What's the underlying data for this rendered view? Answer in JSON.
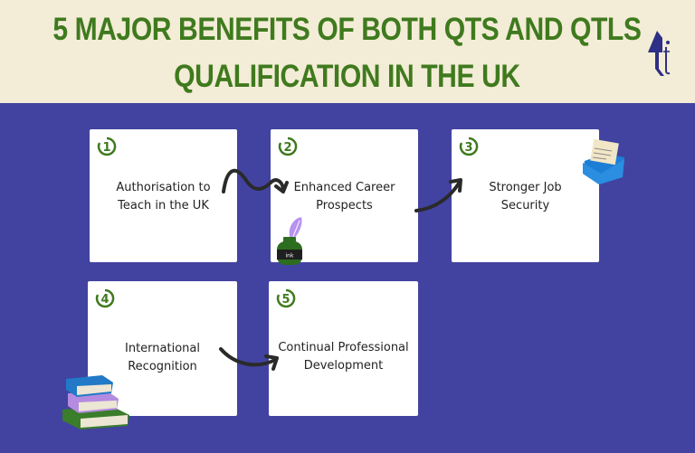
{
  "header": {
    "title_line1": "5 MAJOR BENEFITS OF BOTH QTS AND QTLS",
    "title_line2": "QUALIFICATION IN THE UK",
    "logo_icon": "tt-logo-icon"
  },
  "colors": {
    "header_bg": "#f3ecd6",
    "title_green": "#3f7a1e",
    "band_blue": "#4243a0",
    "card_white": "#ffffff",
    "logo_navy": "#2e2f86"
  },
  "benefits": [
    {
      "number": "1",
      "label_line1": "Authorisation to",
      "label_line2": "Teach in the UK"
    },
    {
      "number": "2",
      "label_line1": "Enhanced Career",
      "label_line2": "Prospects",
      "decoration": "ink-bottle-quill-icon",
      "ink_label": "ink"
    },
    {
      "number": "3",
      "label_line1": "Stronger Job",
      "label_line2": "Security",
      "decoration": "envelope-letter-icon"
    },
    {
      "number": "4",
      "label_line1": "International",
      "label_line2": "Recognition",
      "decoration": "book-stack-icon"
    },
    {
      "number": "5",
      "label_line1": "Continual Professional",
      "label_line2": "Development"
    }
  ]
}
